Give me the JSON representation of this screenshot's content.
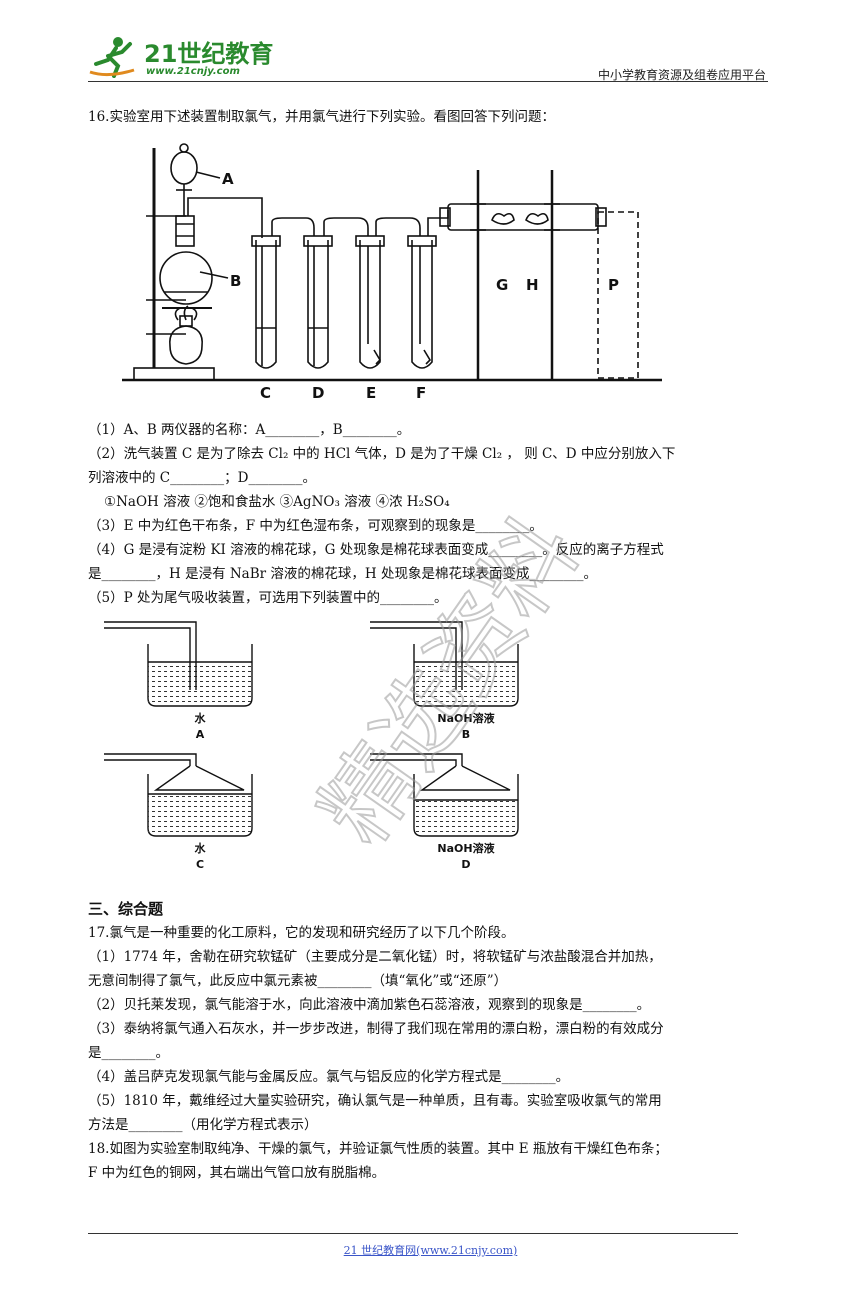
{
  "header": {
    "logo_text": "21世纪教育",
    "logo_url": "www.21cnjy.com",
    "right_text": "中小学教育资源及组卷应用平台"
  },
  "q16": {
    "title": "16.实验室用下述装置制取氯气，并用氯气进行下列实验。看图回答下列问题：",
    "apparatus_labels": {
      "A": "A",
      "B": "B",
      "C": "C",
      "D": "D",
      "E": "E",
      "F": "F",
      "G": "G",
      "H": "H",
      "P": "P"
    },
    "lines": [
      "（1）A、B 两仪器的名称：A________，B________。",
      "（2）洗气装置 C 是为了除去 Cl₂ 中的 HCl 气体，D 是为了干燥 Cl₂  ，  则 C、D 中应分别放入下",
      "列溶液中的 C________；D________。",
      "①NaOH 溶液 ②饱和食盐水 ③AgNO₃ 溶液 ④浓 H₂SO₄",
      "（3）E 中为红色干布条，F 中为红色湿布条，可观察到的现象是________。",
      "（4）G 是浸有淀粉 KI 溶液的棉花球，G 处现象是棉花球表面变成________。反应的离子方程式",
      "是________，H 是浸有 NaBr 溶液的棉花球，H 处现象是棉花球表面变成________。",
      "（5）P 处为尾气吸收装置，可选用下列装置中的________。"
    ],
    "absorbers": [
      {
        "liquid": "水",
        "letter": "A"
      },
      {
        "liquid": "NaOH溶液",
        "letter": "B"
      },
      {
        "liquid": "水",
        "letter": "C"
      },
      {
        "liquid": "NaOH溶液",
        "letter": "D"
      }
    ]
  },
  "section3": {
    "title": "三、综合题"
  },
  "q17": {
    "lines": [
      "17.氯气是一种重要的化工原料，它的发现和研究经历了以下几个阶段。",
      "（1）1774 年，舍勒在研究软锰矿（主要成分是二氧化锰）时，将软锰矿与浓盐酸混合并加热，",
      "无意间制得了氯气，此反应中氯元素被________（填“氧化”或“还原”）",
      "（2）贝托莱发现，氯气能溶于水，向此溶液中滴加紫色石蕊溶液，观察到的现象是________。",
      "（3）泰纳将氯气通入石灰水，并一步步改进，制得了我们现在常用的漂白粉，漂白粉的有效成分",
      "是________。",
      "（4）盖吕萨克发现氯气能与金属反应。氯气与铝反应的化学方程式是________。",
      "（5）1810 年，戴维经过大量实验研究，确认氯气是一种单质，且有毒。实验室吸收氯气的常用",
      "方法是________（用化学方程式表示）"
    ]
  },
  "q18": {
    "lines": [
      "18.如图为实验室制取纯净、干燥的氯气，并验证氯气性质的装置。其中 E 瓶放有干燥红色布条；",
      "F 中为红色的铜网，其右端出气管口放有脱脂棉。"
    ]
  },
  "footer": {
    "link_text": "21 世纪教育网(www.21cnjy.com)"
  },
  "watermark": {
    "text": "精选资料"
  }
}
